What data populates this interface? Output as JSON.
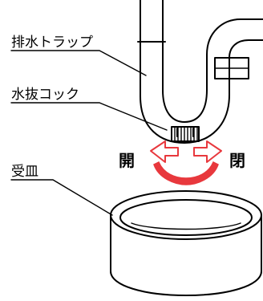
{
  "labels": {
    "trap": "排水トラップ",
    "drain_cock": "水抜コック",
    "tray": "受皿",
    "open_left": "開",
    "open_right": "閉"
  },
  "colors": {
    "accent": "#e8383d",
    "arrow_outline": "#e8383d",
    "arrow_fill": "#ffffff",
    "line": "#000000"
  },
  "icons": {
    "rotate": "rotation-arrows-icon"
  }
}
